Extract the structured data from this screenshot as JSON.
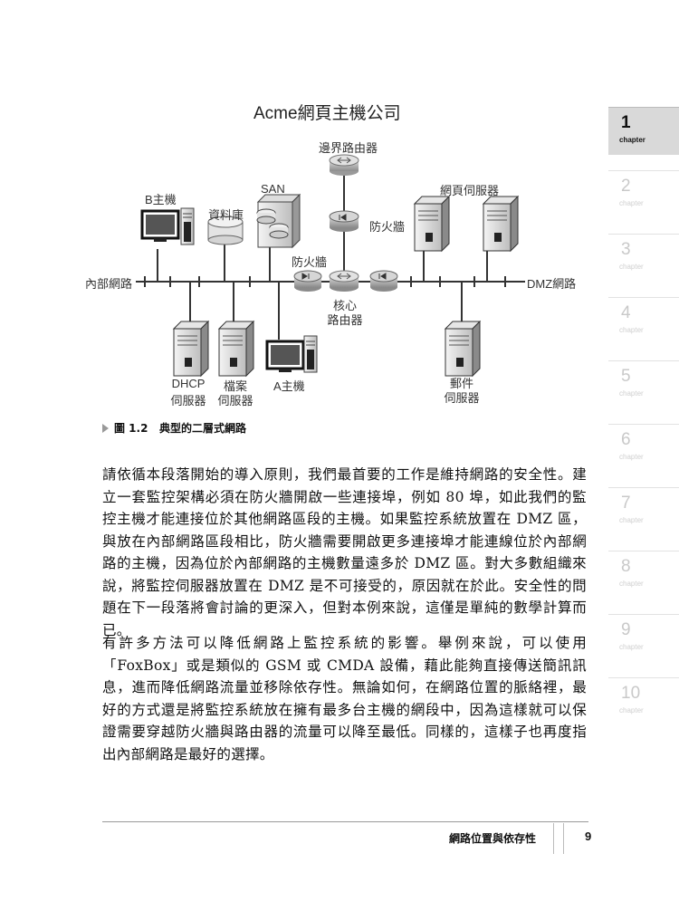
{
  "diagram": {
    "title": "Acme網頁主機公司",
    "labels": {
      "border_router": "邊界路由器",
      "web_servers": "網頁伺服器",
      "b_host": "B主機",
      "database": "資料庫",
      "san": "SAN",
      "firewall_top": "防火牆",
      "firewall_mid": "防火牆",
      "internal": "內部網路",
      "dmz": "DMZ網路",
      "core_router_1": "核心",
      "core_router_2": "路由器",
      "dhcp_1": "DHCP",
      "dhcp_2": "伺服器",
      "file_1": "檔案",
      "file_2": "伺服器",
      "a_host": "A主機",
      "mail_1": "郵件",
      "mail_2": "伺服器"
    }
  },
  "caption": {
    "figure": "圖 1.2",
    "text": "典型的二層式網路"
  },
  "paragraphs": [
    "請依循本段落開始的導入原則，我們最首要的工作是維持網路的安全性。建立一套監控架構必須在防火牆開啟一些連接埠，例如 80 埠，如此我們的監控主機才能連接位於其他網路區段的主機。如果監控系統放置在 DMZ 區，與放在內部網路區段相比，防火牆需要開啟更多連接埠才能連線位於內部網路的主機，因為位於內部網路的主機數量遠多於 DMZ 區。對大多數組織來說，將監控伺服器放置在 DMZ 是不可接受的，原因就在於此。安全性的問題在下一段落將會討論的更深入，但對本例來說，這僅是單純的數學計算而已。",
    "有許多方法可以降低網路上監控系統的影響。舉例來說，可以使用「FoxBox」或是類似的 GSM 或 CMDA 設備，藉此能夠直接傳送簡訊訊息，進而降低網路流量並移除依存性。無論如何，在網路位置的脈絡裡，最好的方式還是將監控系統放在擁有最多台主機的網段中，因為這樣就可以保證需要穿越防火牆與路由器的流量可以降至最低。同樣的，這樣子也再度指出內部網路是最好的選擇。"
  ],
  "chapters": [
    {
      "num": "1",
      "label": "chapter"
    },
    {
      "num": "2",
      "label": "chapter"
    },
    {
      "num": "3",
      "label": "chapter"
    },
    {
      "num": "4",
      "label": "chapter"
    },
    {
      "num": "5",
      "label": "chapter"
    },
    {
      "num": "6",
      "label": "chapter"
    },
    {
      "num": "7",
      "label": "chapter"
    },
    {
      "num": "8",
      "label": "chapter"
    },
    {
      "num": "9",
      "label": "chapter"
    },
    {
      "num": "10",
      "label": "chapter"
    }
  ],
  "footer": {
    "title": "網路位置與依存性",
    "page": "9"
  }
}
